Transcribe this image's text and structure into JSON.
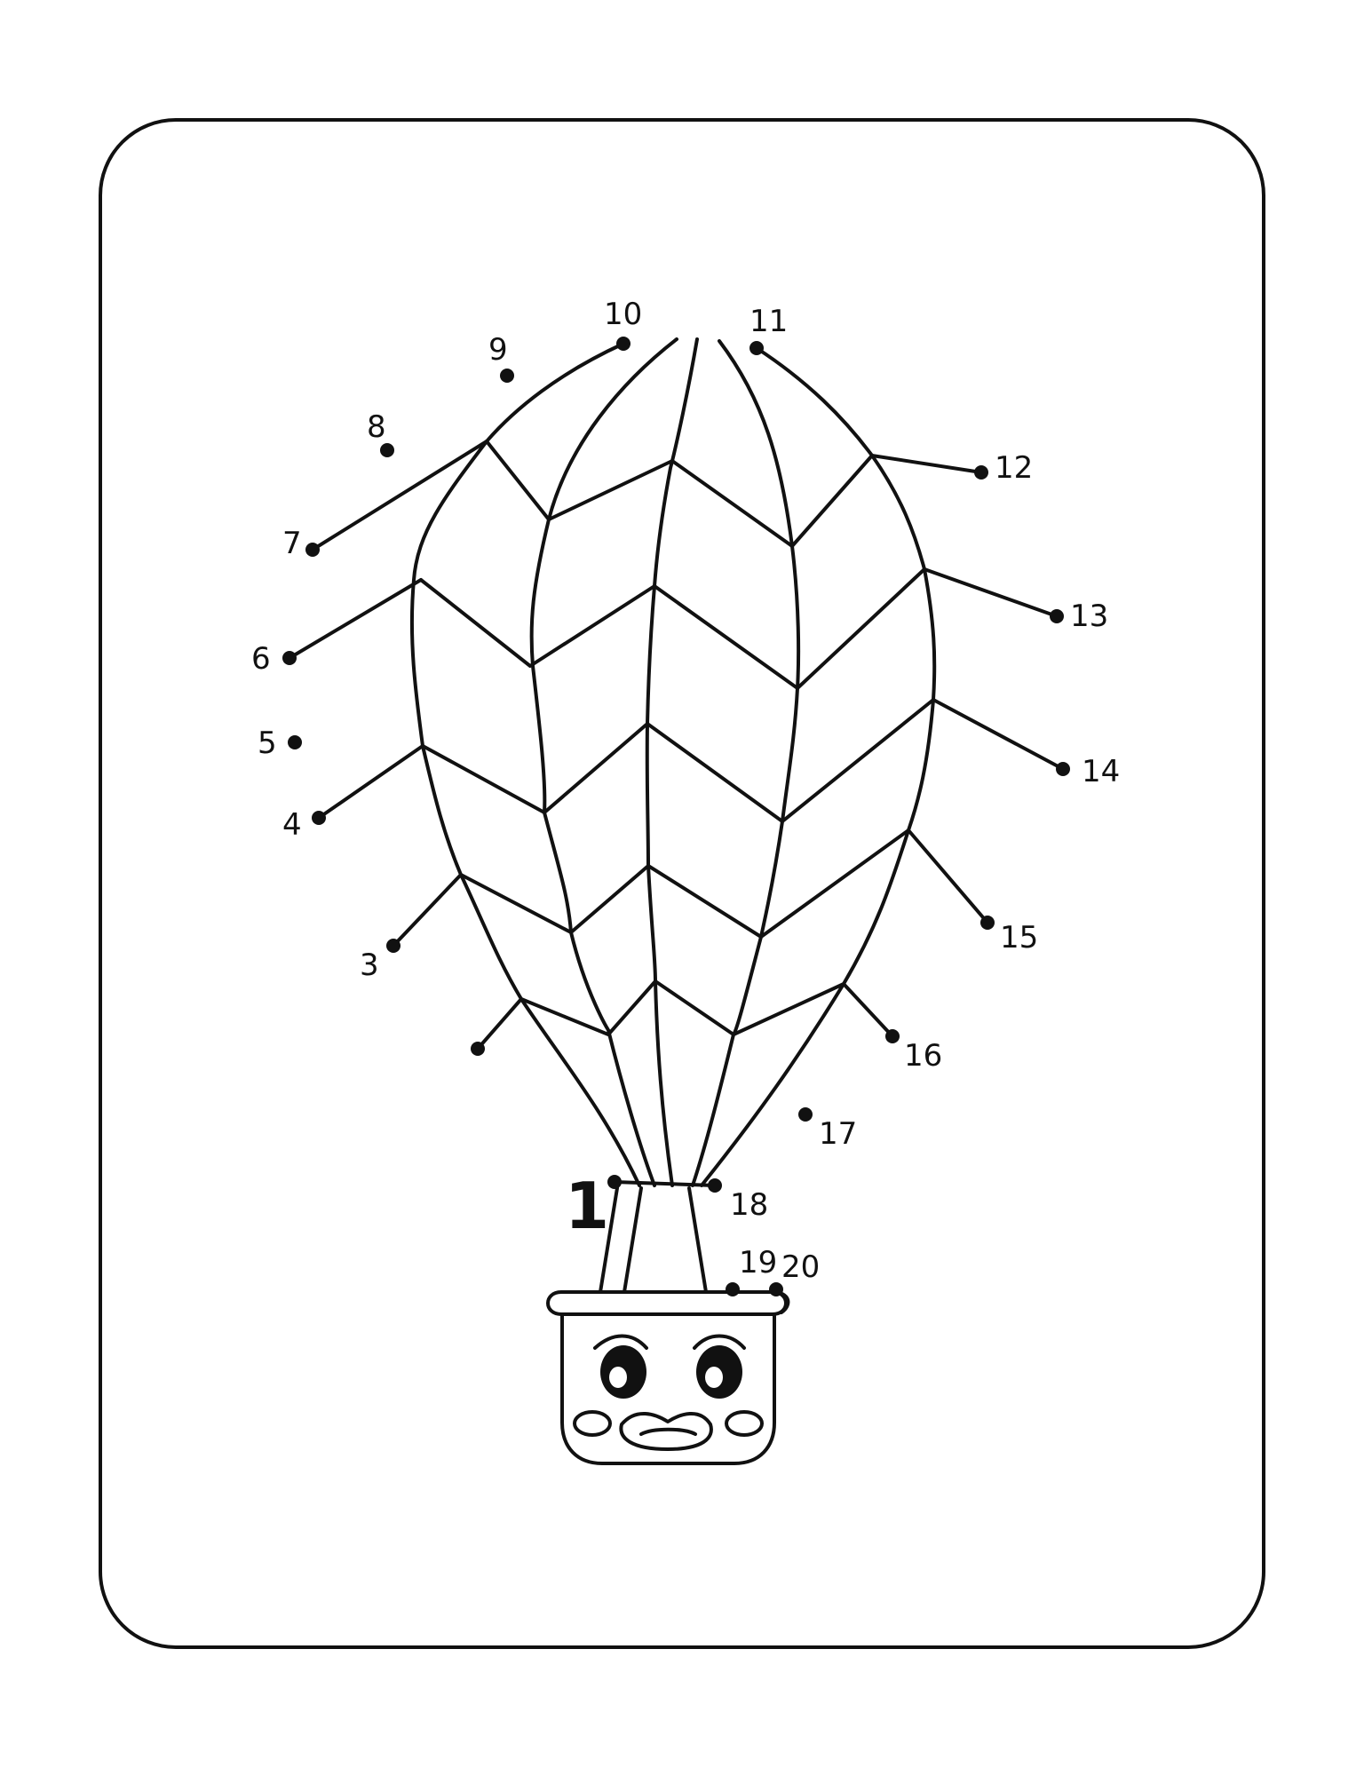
{
  "worksheet": {
    "ink_color": "#111111",
    "paper_color": "#ffffff",
    "dots": [
      {
        "n": 1,
        "label": "1"
      },
      {
        "n": 2,
        "label": ""
      },
      {
        "n": 3,
        "label": "3"
      },
      {
        "n": 4,
        "label": "4"
      },
      {
        "n": 5,
        "label": "5"
      },
      {
        "n": 6,
        "label": "6"
      },
      {
        "n": 7,
        "label": "7"
      },
      {
        "n": 8,
        "label": "8"
      },
      {
        "n": 9,
        "label": "9"
      },
      {
        "n": 10,
        "label": "10"
      },
      {
        "n": 11,
        "label": "11"
      },
      {
        "n": 12,
        "label": "12"
      },
      {
        "n": 13,
        "label": "13"
      },
      {
        "n": 14,
        "label": "14"
      },
      {
        "n": 15,
        "label": "15"
      },
      {
        "n": 16,
        "label": "16"
      },
      {
        "n": 17,
        "label": "17"
      },
      {
        "n": 18,
        "label": "18"
      },
      {
        "n": 19,
        "label": "19"
      },
      {
        "n": 20,
        "label": "20"
      }
    ]
  }
}
